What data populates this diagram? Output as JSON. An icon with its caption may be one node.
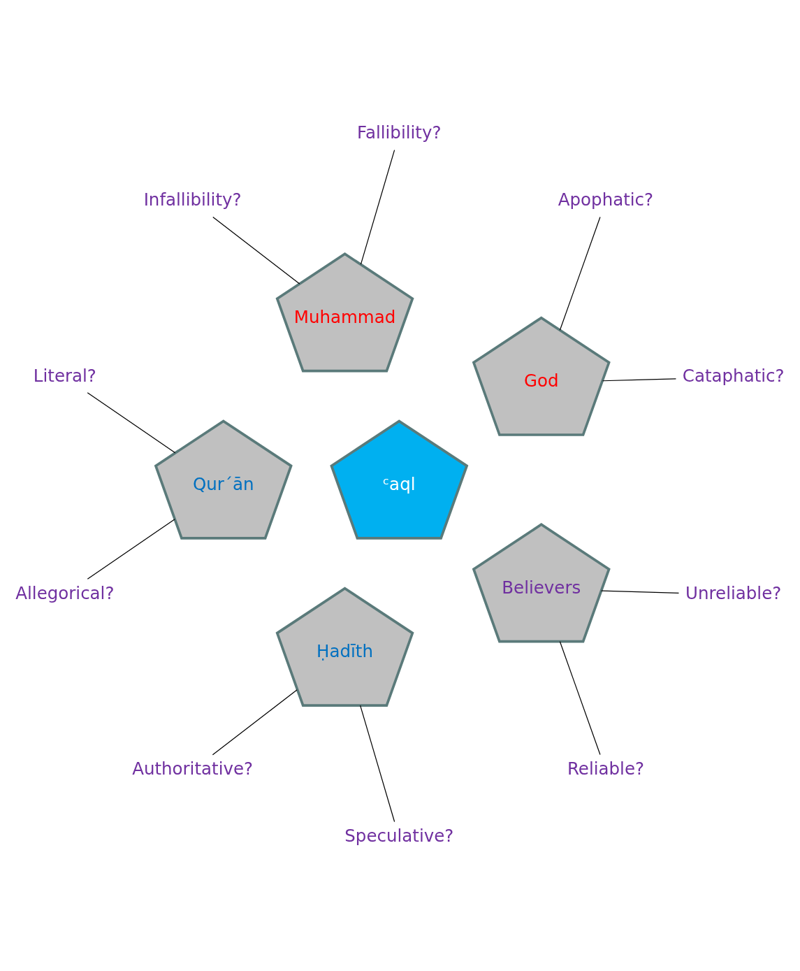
{
  "diagram": {
    "nodes": [
      {
        "text": [
          "God"
        ]
      },
      {
        "text": [
          "Muhammad"
        ]
      },
      {
        "text": [
          "ᶜaql"
        ]
      },
      {
        "text": [
          "Qur´ān"
        ]
      },
      {
        "text": [
          "Ḥadīth"
        ]
      },
      {
        "text": [
          "Believers"
        ]
      },
      {
        "text": [
          "Cataphatic?"
        ]
      },
      {
        "text": [
          "Apophatic?"
        ]
      },
      {
        "text": [
          "Fallibility?"
        ]
      },
      {
        "text": [
          "Infallibility?"
        ]
      },
      {
        "text": [
          "Literal?"
        ]
      },
      {
        "text": [
          "Allegorical?"
        ]
      },
      {
        "text": [
          "Authoritative?"
        ]
      },
      {
        "text": [
          "Speculative?"
        ]
      },
      {
        "text": [
          "Reliable?"
        ]
      },
      {
        "text": [
          "Unreliable?"
        ]
      }
    ],
    "edges": [
      {
        "from": 0,
        "to": 6,
        "arrow": "none"
      },
      {
        "from": 0,
        "to": 7,
        "arrow": "none"
      },
      {
        "from": 1,
        "to": 8,
        "arrow": "none"
      },
      {
        "from": 1,
        "to": 9,
        "arrow": "none"
      },
      {
        "from": 3,
        "to": 10,
        "arrow": "none"
      },
      {
        "from": 3,
        "to": 11,
        "arrow": "none"
      },
      {
        "from": 4,
        "to": 12,
        "arrow": "none"
      },
      {
        "from": 4,
        "to": 13,
        "arrow": "none"
      },
      {
        "from": 5,
        "to": 14,
        "arrow": "none"
      },
      {
        "from": 5,
        "to": 15,
        "arrow": "none"
      }
    ]
  }
}
